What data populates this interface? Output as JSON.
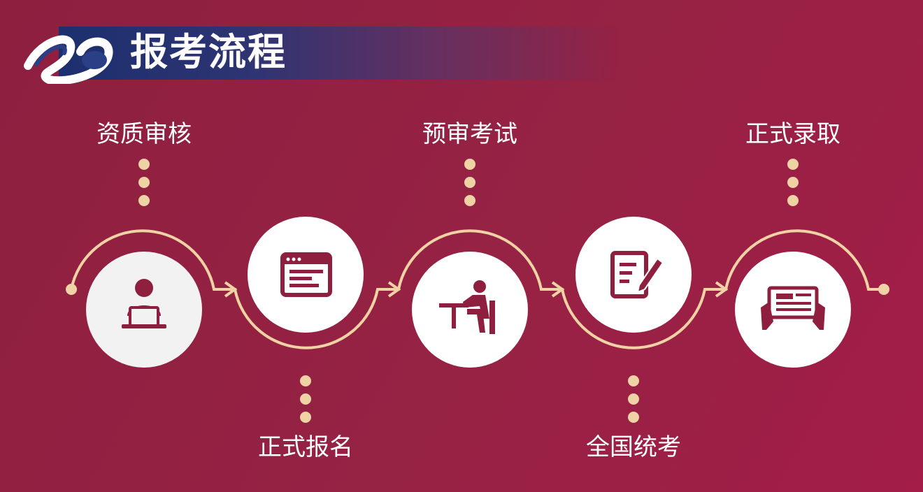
{
  "header": {
    "title": "报考流程"
  },
  "colors": {
    "background": "#962244",
    "accent_line": "#f0d3a4",
    "icon_fill": "#8e1f3f",
    "circle_fill": "#ffffff"
  },
  "steps": [
    {
      "label": "资质审核",
      "icon": "user-at-computer-icon"
    },
    {
      "label": "正式报名",
      "icon": "browser-window-icon"
    },
    {
      "label": "预审考试",
      "icon": "person-at-desk-icon"
    },
    {
      "label": "全国统考",
      "icon": "document-edit-icon"
    },
    {
      "label": "正式录取",
      "icon": "hands-holding-paper-icon"
    }
  ]
}
